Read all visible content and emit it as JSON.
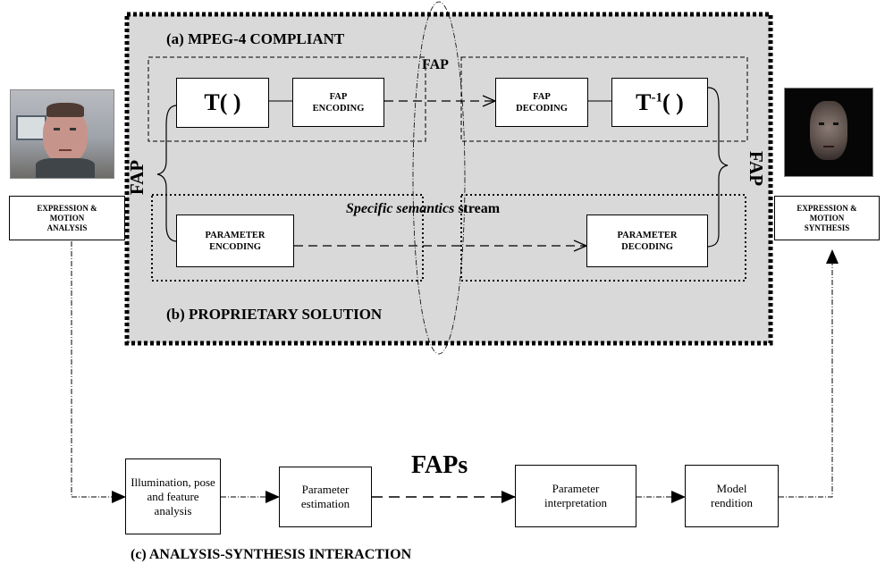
{
  "labels": {
    "mpeg4": "(a) MPEG-4 COMPLIANT",
    "proprietary": "(b) PROPRIETARY SOLUTION",
    "interaction": "(c) ANALYSIS-SYNTHESIS INTERACTION",
    "fap_top": "FAP",
    "fap_left": "FAP",
    "fap_right": "FAP",
    "fap_plural": "FAPs",
    "stream_italic": "Specific semantics",
    "stream_rest": " stream"
  },
  "boxes": {
    "t": "T( )",
    "t_inv_base": "T",
    "t_inv_sup": "-1",
    "t_inv_tail": "( )",
    "fap_encoding": "FAP\nENCODING",
    "fap_decoding": "FAP\nDECODING",
    "param_encoding": "PARAMETER\nENCODING",
    "param_decoding": "PARAMETER\nDECODING",
    "expr_analysis": "EXPRESSION &\nMOTION\nANALYSIS",
    "expr_synthesis": "EXPRESSION &\nMOTION\nSYNTHESIS",
    "illumination": "Illumination, pose\nand feature\nanalysis",
    "param_estimation": "Parameter\nestimation",
    "param_interpretation": "Parameter\ninterpretation",
    "model_rendition": "Model\nrendition"
  },
  "colors": {
    "panel": "#d9d9d9",
    "line": "#000000"
  }
}
